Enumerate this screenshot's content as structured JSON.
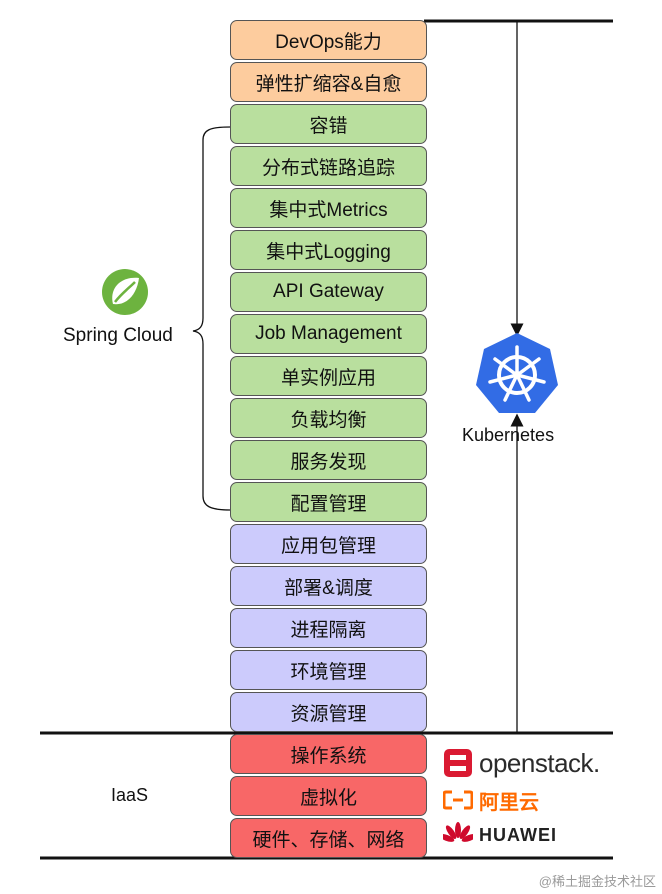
{
  "layers": {
    "devops": [
      "DevOps能力",
      "弹性扩缩容&自愈"
    ],
    "spring_cloud": [
      "容错",
      "分布式链路追踪",
      "集中式Metrics",
      "集中式Logging",
      "API Gateway",
      "Job Management",
      "单实例应用",
      "负载均衡",
      "服务发现",
      "配置管理"
    ],
    "platform": [
      "应用包管理",
      "部署&调度",
      "进程隔离",
      "环境管理",
      "资源管理"
    ],
    "iaas": [
      "操作系统",
      "虚拟化",
      "硬件、存储、网络"
    ]
  },
  "labels": {
    "spring_cloud": "Spring Cloud",
    "kubernetes": "Kubernetes",
    "iaas": "IaaS"
  },
  "logos": {
    "openstack": "openstack.",
    "aliyun": "阿里云",
    "huawei": "HUAWEI"
  },
  "icons": {
    "spring": "spring-leaf-icon",
    "kubernetes": "kubernetes-helm-icon",
    "openstack": "openstack-icon",
    "aliyun": "aliyun-icon",
    "huawei": "huawei-flower-icon"
  },
  "colors": {
    "devops": "#fdcc9e",
    "spring_cloud": "#b9df9e",
    "platform": "#cccbfc",
    "iaas": "#f86767",
    "kubernetes": "#326ce5",
    "spring": "#6db33f",
    "openstack": "#da1a32",
    "aliyun": "#ff6a00",
    "huawei": "#cf0a2c"
  },
  "watermark": "@稀土掘金技术社区"
}
